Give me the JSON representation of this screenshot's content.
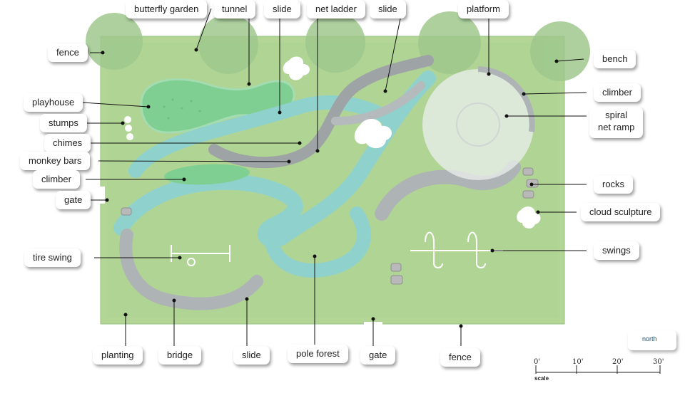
{
  "labels": {
    "butterfly_garden": "butterfly garden",
    "tunnel": "tunnel",
    "slide_top1": "slide",
    "net_ladder": "net ladder",
    "slide_top2": "slide",
    "platform": "platform",
    "fence_left": "fence",
    "bench": "bench",
    "playhouse": "playhouse",
    "climber_right": "climber",
    "stumps": "stumps",
    "spiral_net_ramp_1": "spiral",
    "spiral_net_ramp_2": "net ramp",
    "chimes": "chimes",
    "monkey_bars": "monkey bars",
    "climber_left": "climber",
    "rocks": "rocks",
    "gate_left": "gate",
    "cloud_sculpture": "cloud sculpture",
    "tire_swing": "tire swing",
    "swings": "swings",
    "planting": "planting",
    "bridge": "bridge",
    "slide_bottom": "slide",
    "pole_forest": "pole forest",
    "gate_bottom": "gate",
    "fence_bottom": "fence"
  },
  "compass": {
    "label": "north"
  },
  "scale": {
    "label": "scale",
    "ticks": [
      "0'",
      "10'",
      "20'",
      "30'"
    ]
  },
  "colors": {
    "lawn": "#b3d596",
    "lawn_border": "#92bf7c",
    "garden": "#7fcf92",
    "path": "#8fd2cd",
    "structure": "#9ea3a6",
    "tree": "#9fc88d"
  }
}
